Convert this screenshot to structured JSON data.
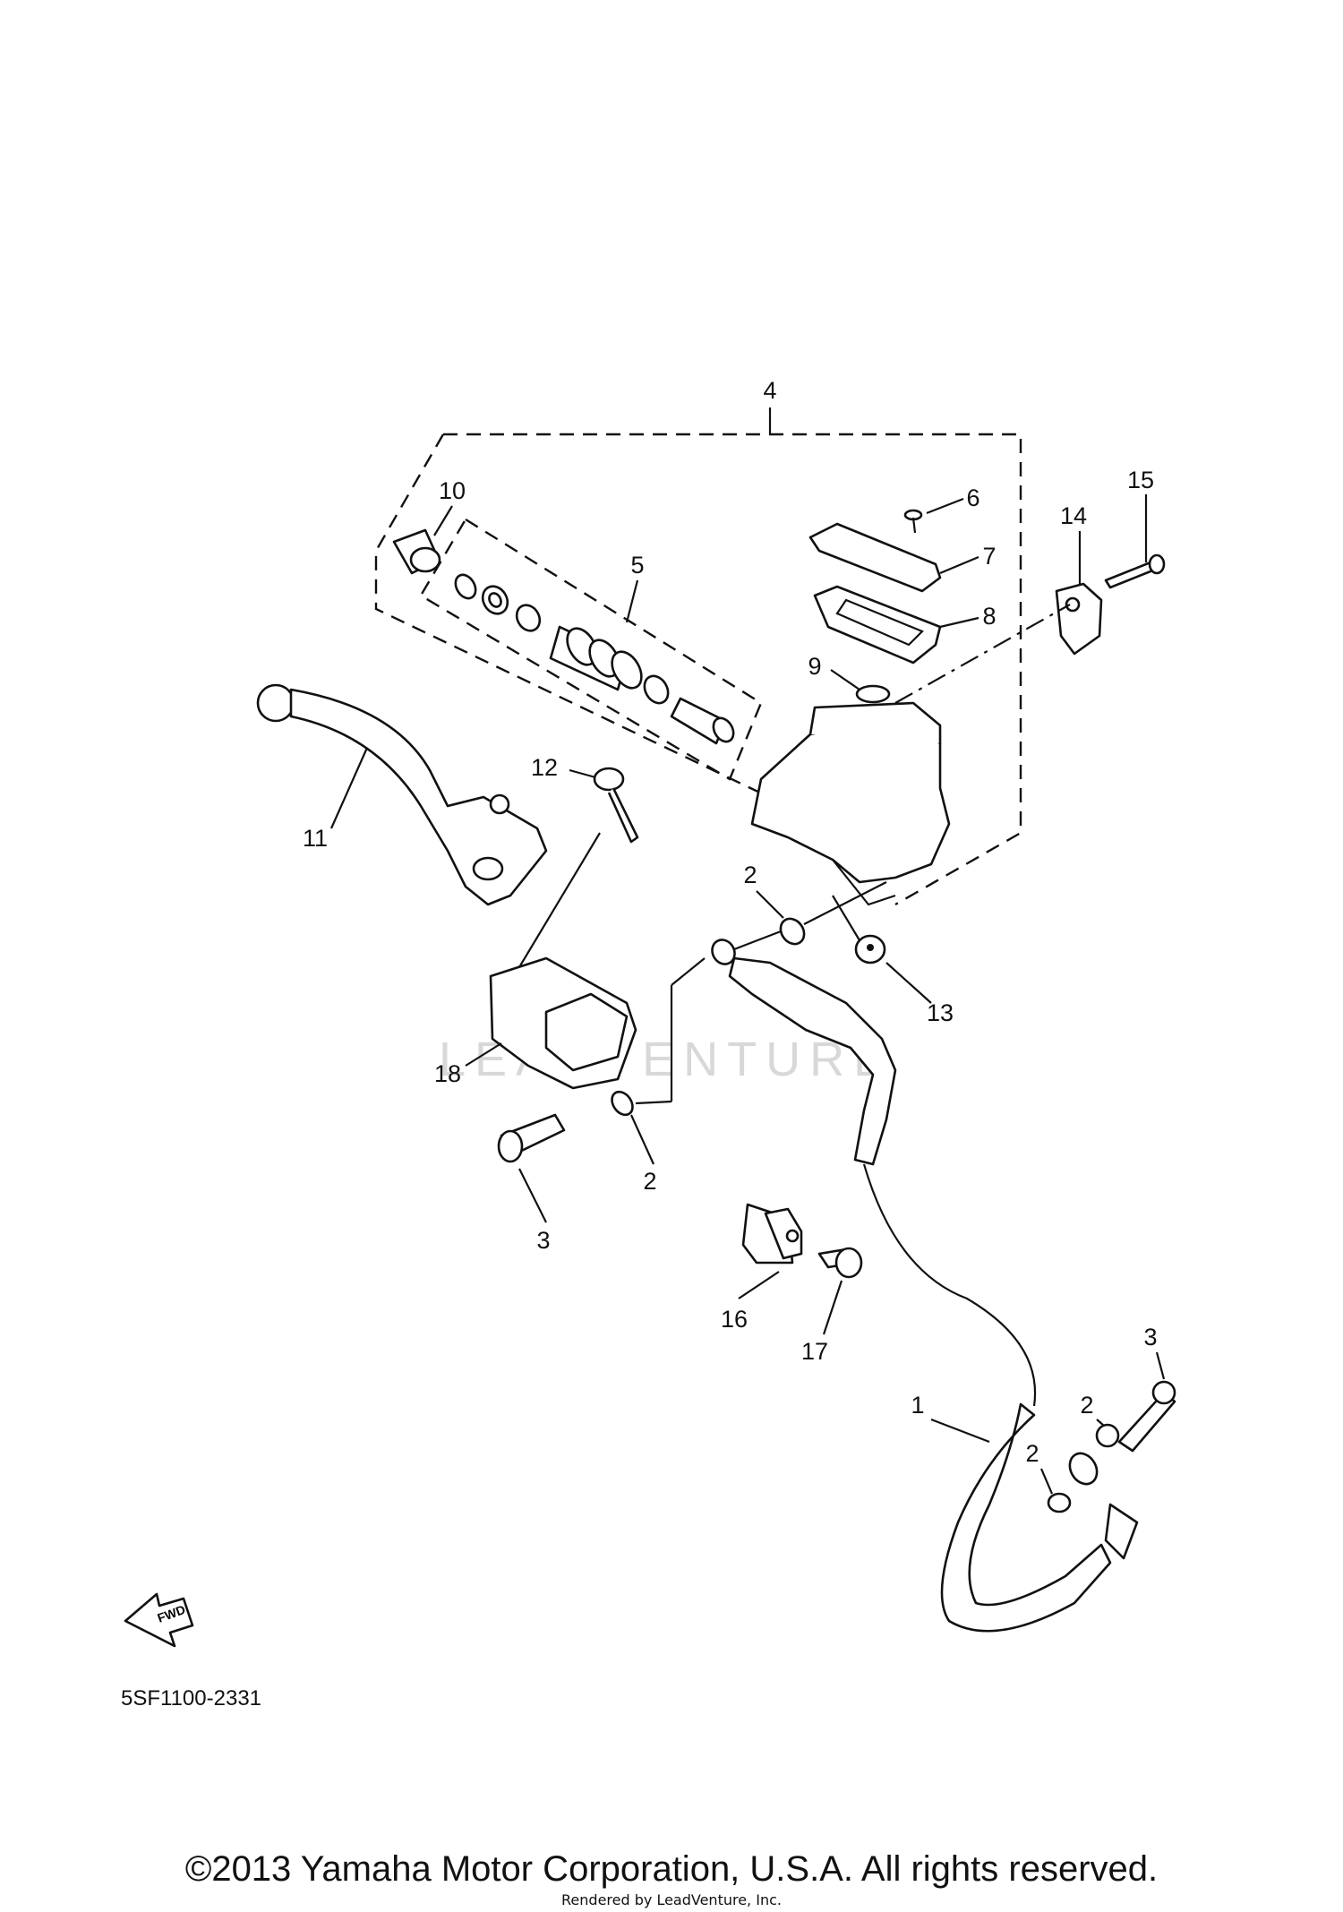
{
  "diagram": {
    "code": "5SF1100-2331",
    "fwd_label": "FWD",
    "watermark": "LEADVENTURE",
    "callouts": [
      {
        "id": "c1",
        "text": "1"
      },
      {
        "id": "c2a",
        "text": "2"
      },
      {
        "id": "c2b",
        "text": "2"
      },
      {
        "id": "c2c",
        "text": "2"
      },
      {
        "id": "c2d",
        "text": "2"
      },
      {
        "id": "c3a",
        "text": "3"
      },
      {
        "id": "c3b",
        "text": "3"
      },
      {
        "id": "c4",
        "text": "4"
      },
      {
        "id": "c5",
        "text": "5"
      },
      {
        "id": "c6",
        "text": "6"
      },
      {
        "id": "c7",
        "text": "7"
      },
      {
        "id": "c8",
        "text": "8"
      },
      {
        "id": "c9",
        "text": "9"
      },
      {
        "id": "c10",
        "text": "10"
      },
      {
        "id": "c11",
        "text": "11"
      },
      {
        "id": "c12",
        "text": "12"
      },
      {
        "id": "c13",
        "text": "13"
      },
      {
        "id": "c14",
        "text": "14"
      },
      {
        "id": "c15",
        "text": "15"
      },
      {
        "id": "c16",
        "text": "16"
      },
      {
        "id": "c17",
        "text": "17"
      },
      {
        "id": "c18",
        "text": "18"
      }
    ]
  },
  "footer": {
    "copyright": "©2013 Yamaha Motor Corporation, U.S.A. All rights reserved.",
    "rendered_by": "Rendered by LeadVenture, Inc."
  }
}
